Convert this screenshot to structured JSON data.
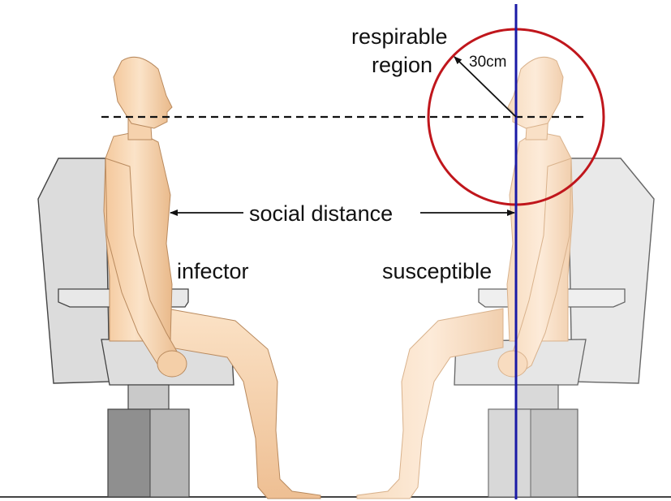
{
  "labels": {
    "respirable_line1": "respirable",
    "respirable_line2": "region",
    "radius": "30cm",
    "social_distance": "social distance",
    "infector": "infector",
    "susceptible": "susceptible"
  },
  "colors": {
    "skin": "#f7d2aa",
    "skin_shadow": "#dcae83",
    "seat_light": "#e4e4e4",
    "seat_mid": "#cfcfcf",
    "seat_dark": "#9a9a9a",
    "respirable_circle": "#c0161c",
    "vertical_line": "#1a1aa6",
    "dashed_line": "#111111"
  },
  "icons": {
    "arrow": "arrow-icon"
  }
}
